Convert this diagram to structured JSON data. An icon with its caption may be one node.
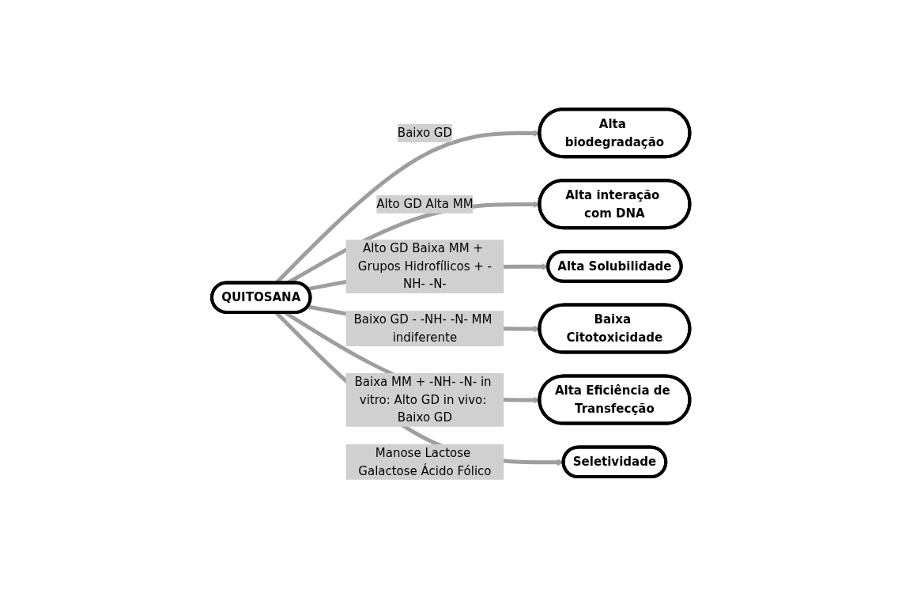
{
  "diagram": {
    "nodes": [
      {
        "text": [
          "Alta biodegradação"
        ]
      },
      {
        "text": [
          "Alta interação com DNA"
        ]
      },
      {
        "text": [
          "Alta Solubilidade"
        ]
      },
      {
        "text": [
          "QUITOSANA"
        ]
      },
      {
        "text": [
          "Baixa Citotoxicidade"
        ]
      },
      {
        "text": [
          "Alta Eficiência de Transfecção"
        ]
      },
      {
        "text": [
          "Seletividade"
        ]
      }
    ],
    "edges": [
      {
        "from": 3,
        "to": 0,
        "arrow": "to",
        "label": "Baixo GD"
      },
      {
        "from": 3,
        "to": 1,
        "arrow": "to",
        "label": "Alto GD Alta MM"
      },
      {
        "from": 3,
        "to": 2,
        "arrow": "to",
        "label": "Alto GD Baixa MM + Grupos Hidrofílicos + -NH- -N-"
      },
      {
        "from": 3,
        "to": 4,
        "arrow": "to",
        "label": "Baixo GD - -NH- -N- MM indiferente"
      },
      {
        "from": 3,
        "to": 5,
        "arrow": "to",
        "label": "Baixa MM + -NH- -N- in vitro: Alto GD in vivo: Baixo GD"
      },
      {
        "from": 3,
        "to": 6,
        "arrow": "to",
        "label": "Manose Lactose Galactose Ácido Fólico"
      }
    ]
  }
}
